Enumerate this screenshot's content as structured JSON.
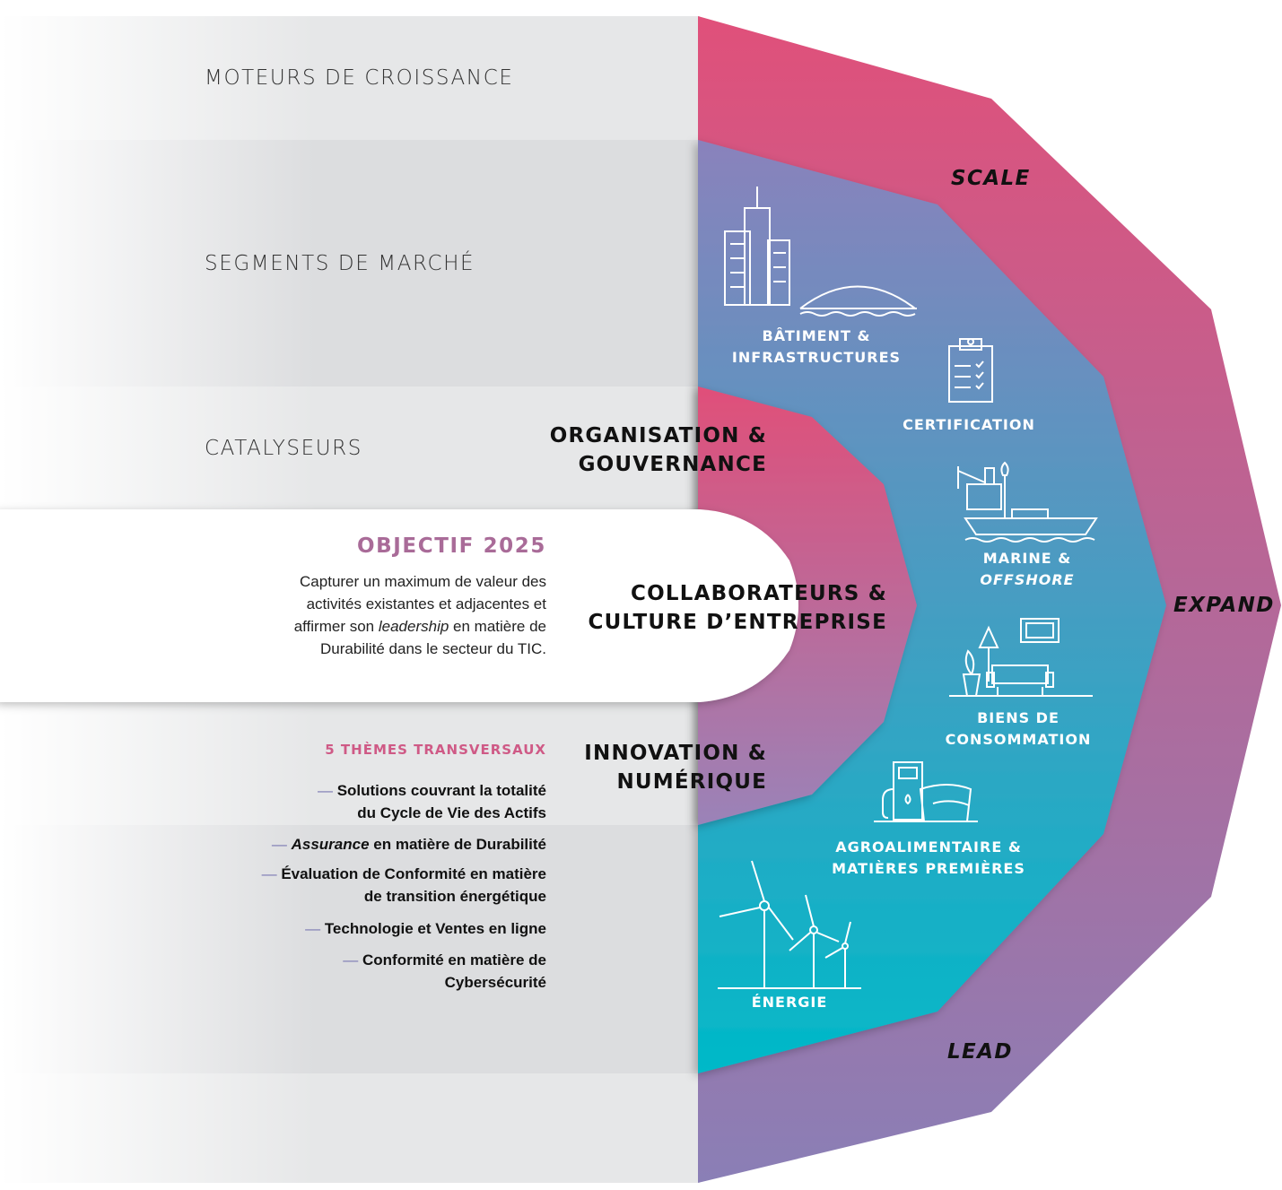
{
  "colors": {
    "outer_ring_top": "#e0507a",
    "outer_ring_bottom": "#8a7fb6",
    "segments_top": "#8a82bc",
    "segments_bottom": "#00b9c8",
    "inner_top": "#e04f79",
    "inner_bottom": "#9a83b8",
    "band_bg": "#e6e7e8",
    "objective_accent": "#a96b98",
    "themes_accent": "#cf5a86"
  },
  "bands": {
    "growth_drivers": "MOTEURS DE CROISSANCE",
    "market_segments": "SEGMENTS DE MARCHÉ",
    "enablers": "CATALYSEURS"
  },
  "outer_ring": {
    "scale": "SCALE",
    "expand": "EXPAND",
    "lead": "LEAD"
  },
  "enablers": {
    "organisation": [
      "ORGANISATION &",
      "GOUVERNANCE"
    ],
    "people": [
      "COLLABORATEURS &",
      "CULTURE D’ENTREPRISE"
    ],
    "innovation": [
      "INNOVATION &",
      "NUMÉRIQUE"
    ]
  },
  "segments": {
    "buildings": {
      "line1": "BÂTIMENT &",
      "line2": "INFRASTRUCTURES",
      "icon": "city-bridge-icon"
    },
    "certification": {
      "line1": "CERTIFICATION",
      "icon": "clipboard-checklist-icon"
    },
    "marine": {
      "line1": "MARINE &",
      "line2": "OFFSHORE",
      "icon": "offshore-platform-ship-icon"
    },
    "consumer": {
      "line1": "BIENS DE",
      "line2": "CONSOMMATION",
      "icon": "living-room-icon"
    },
    "agri": {
      "line1": "AGROALIMENTAIRE &",
      "line2": "MATIÈRES PREMIÈRES",
      "icon": "fuel-pump-sacks-icon"
    },
    "energy": {
      "line1": "ÉNERGIE",
      "icon": "wind-turbines-icon"
    }
  },
  "objective": {
    "title": "OBJECTIF 2025",
    "line1": "Capturer un maximum de valeur des",
    "line2": "activités existantes et adjacentes et",
    "line3_pre": "affirmer son ",
    "line3_em": "leadership",
    "line3_post": " en matière de",
    "line4": "Durabilité dans le secteur du TIC."
  },
  "themes": {
    "title": "5 THÈMES TRANSVERSAUX",
    "dash": "—",
    "t1_l1": "Solutions couvrant la totalité",
    "t1_l2": "du Cycle de Vie des Actifs",
    "t2_em": "Assurance",
    "t2_rest": " en matière de Durabilité",
    "t3_l1": "Évaluation de Conformité en matière",
    "t3_l2": "de transition énergétique",
    "t4": "Technologie et Ventes en ligne",
    "t5_l1": "Conformité en matière de",
    "t5_l2": "Cybersécurité"
  }
}
